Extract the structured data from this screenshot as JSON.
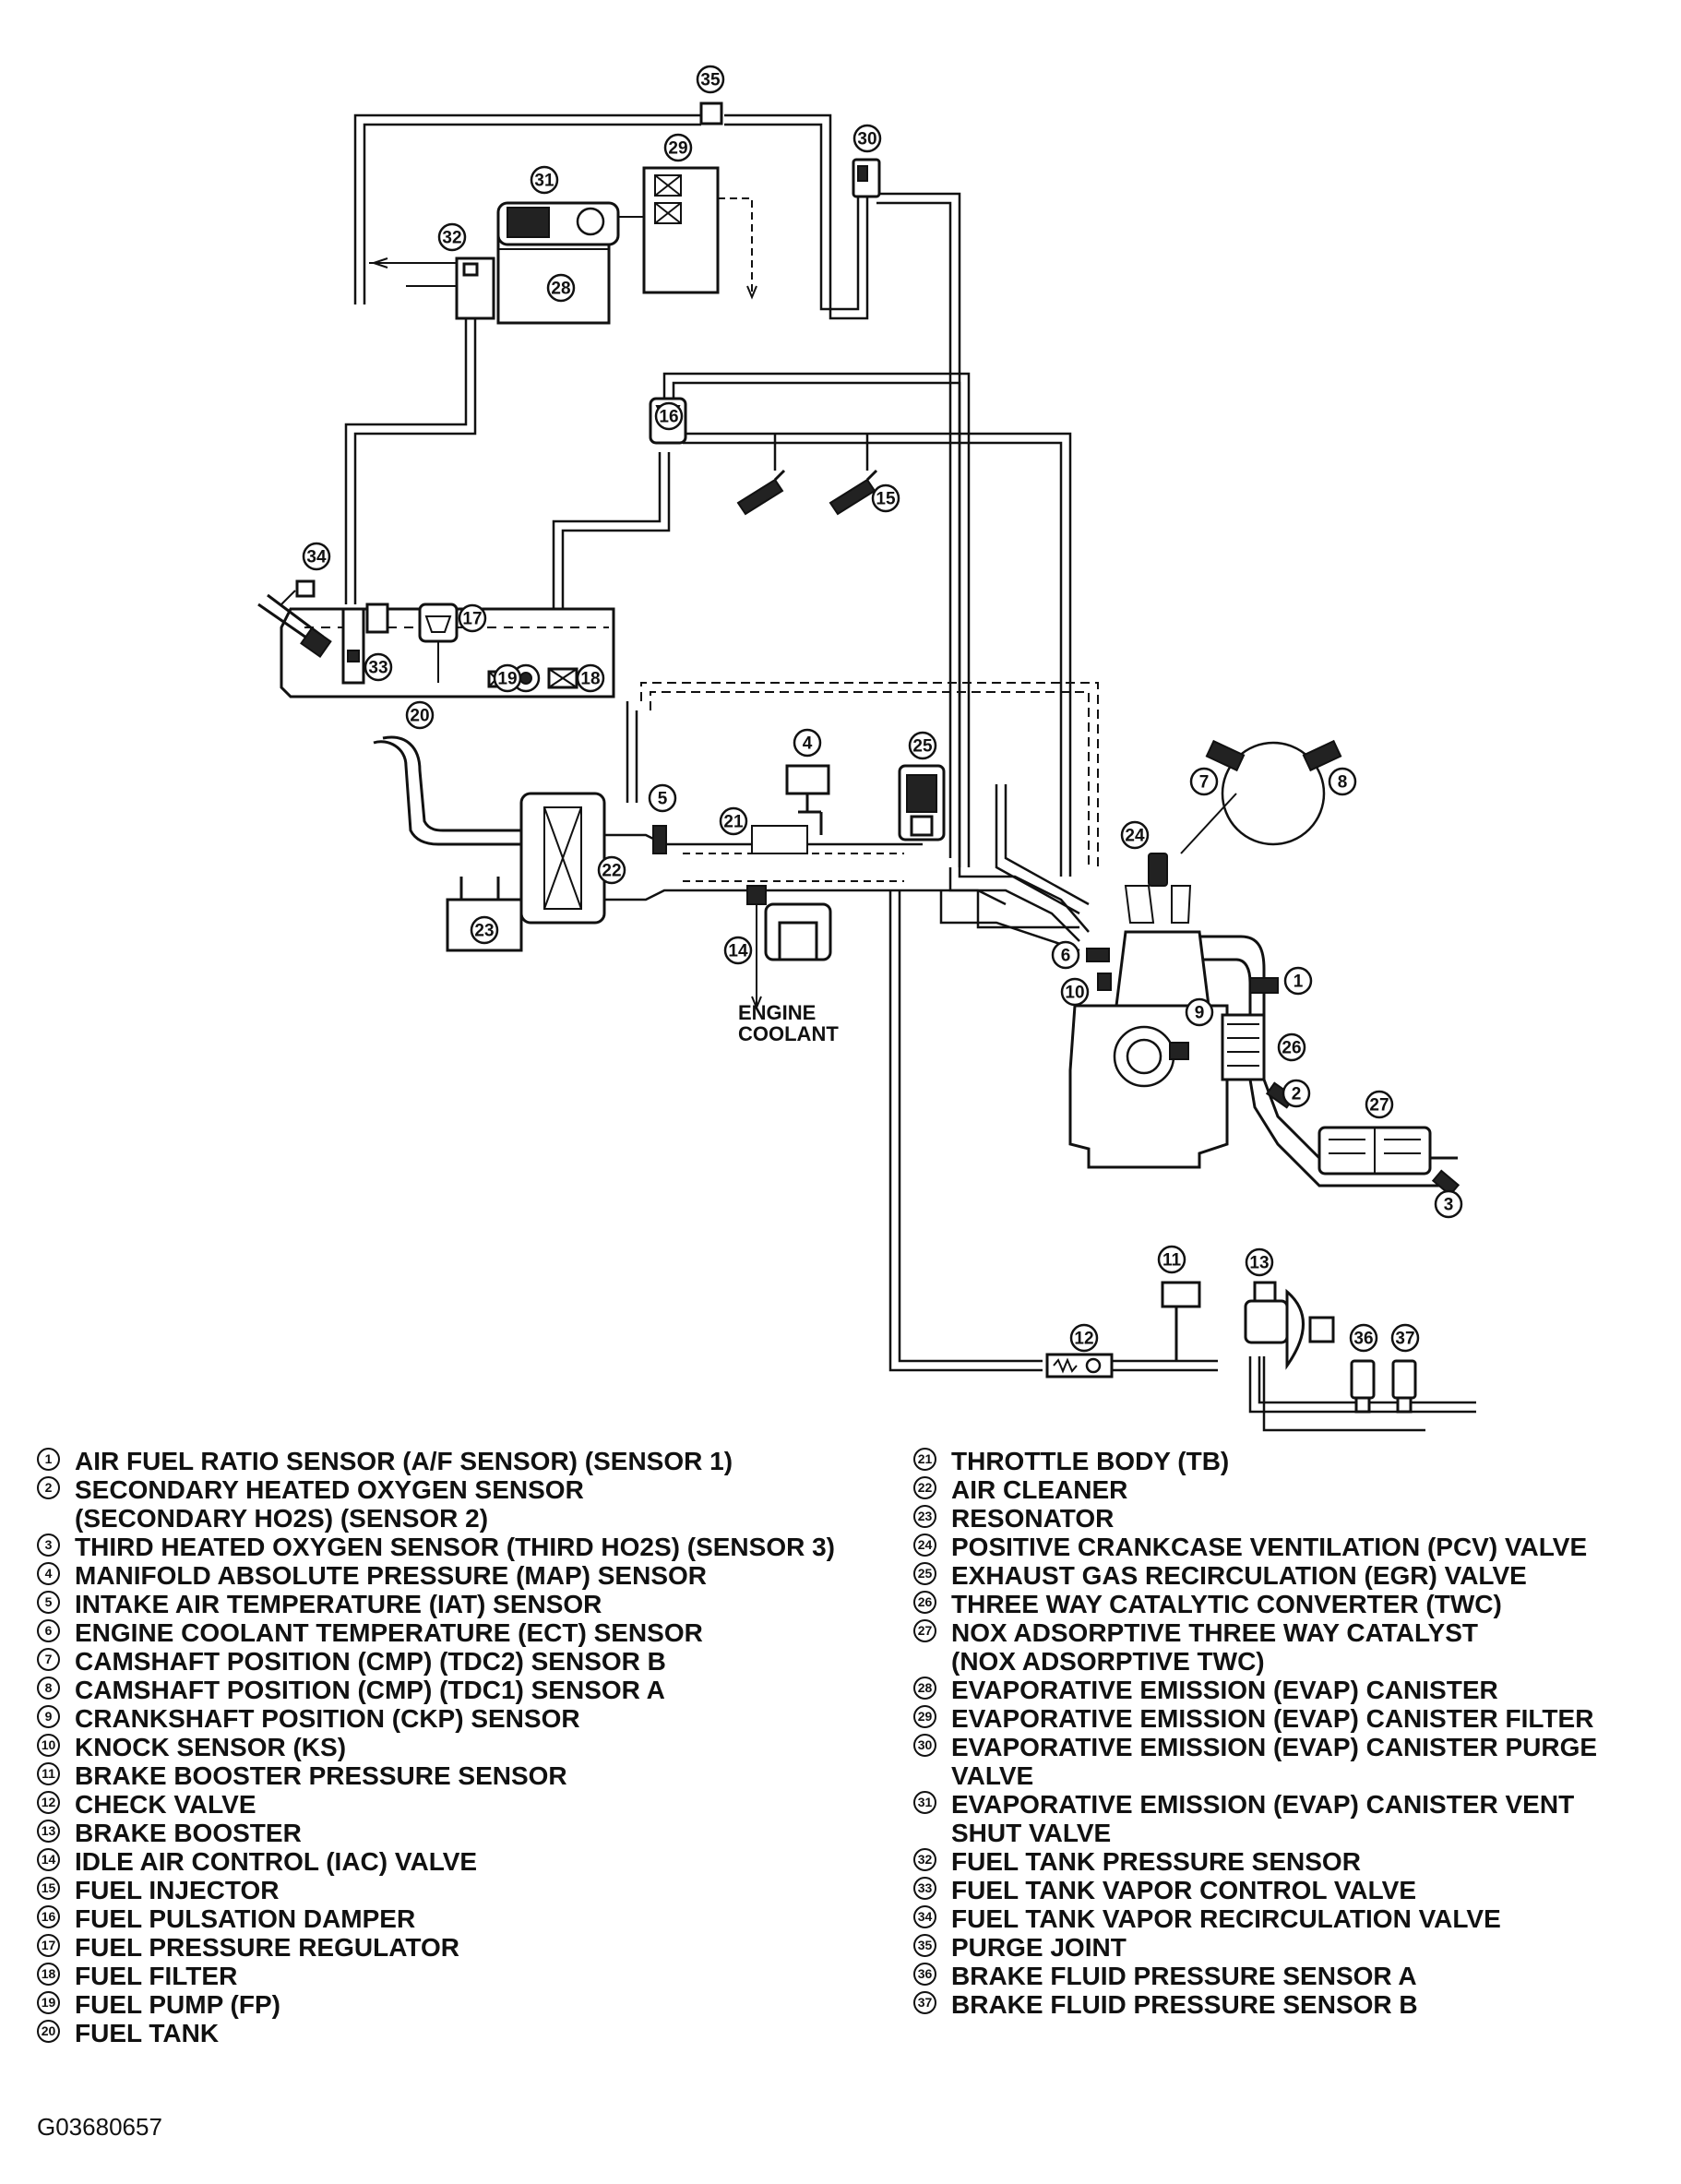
{
  "diagram": {
    "callouts": [
      "1",
      "2",
      "3",
      "4",
      "5",
      "6",
      "7",
      "8",
      "9",
      "10",
      "11",
      "12",
      "13",
      "14",
      "15",
      "16",
      "17",
      "18",
      "19",
      "20",
      "21",
      "22",
      "23",
      "24",
      "25",
      "26",
      "27",
      "28",
      "29",
      "30",
      "31",
      "32",
      "33",
      "34",
      "35",
      "36",
      "37"
    ],
    "engine_coolant_label": [
      "ENGINE",
      "COOLANT"
    ]
  },
  "legend_left": [
    {
      "num": "1",
      "text": "AIR FUEL RATIO SENSOR (A/F SENSOR) (SENSOR 1)"
    },
    {
      "num": "2",
      "text": "SECONDARY HEATED OXYGEN SENSOR\n(SECONDARY HO2S) (SENSOR 2)"
    },
    {
      "num": "3",
      "text": "THIRD HEATED OXYGEN SENSOR (THIRD HO2S) (SENSOR 3)"
    },
    {
      "num": "4",
      "text": "MANIFOLD ABSOLUTE PRESSURE (MAP) SENSOR"
    },
    {
      "num": "5",
      "text": "INTAKE AIR TEMPERATURE (IAT) SENSOR"
    },
    {
      "num": "6",
      "text": "ENGINE COOLANT TEMPERATURE (ECT) SENSOR"
    },
    {
      "num": "7",
      "text": "CAMSHAFT POSITION (CMP) (TDC2) SENSOR B"
    },
    {
      "num": "8",
      "text": "CAMSHAFT POSITION (CMP) (TDC1) SENSOR A"
    },
    {
      "num": "9",
      "text": "CRANKSHAFT POSITION (CKP) SENSOR"
    },
    {
      "num": "10",
      "text": "KNOCK SENSOR (KS)"
    },
    {
      "num": "11",
      "text": "BRAKE BOOSTER PRESSURE SENSOR"
    },
    {
      "num": "12",
      "text": "CHECK VALVE"
    },
    {
      "num": "13",
      "text": "BRAKE BOOSTER"
    },
    {
      "num": "14",
      "text": "IDLE AIR CONTROL (IAC) VALVE"
    },
    {
      "num": "15",
      "text": "FUEL INJECTOR"
    },
    {
      "num": "16",
      "text": "FUEL PULSATION DAMPER"
    },
    {
      "num": "17",
      "text": "FUEL PRESSURE REGULATOR"
    },
    {
      "num": "18",
      "text": "FUEL FILTER"
    },
    {
      "num": "19",
      "text": "FUEL PUMP (FP)"
    },
    {
      "num": "20",
      "text": "FUEL TANK"
    }
  ],
  "legend_right": [
    {
      "num": "21",
      "text": "THROTTLE BODY (TB)"
    },
    {
      "num": "22",
      "text": "AIR CLEANER"
    },
    {
      "num": "23",
      "text": "RESONATOR"
    },
    {
      "num": "24",
      "text": "POSITIVE CRANKCASE VENTILATION (PCV) VALVE"
    },
    {
      "num": "25",
      "text": "EXHAUST GAS RECIRCULATION (EGR) VALVE"
    },
    {
      "num": "26",
      "text": "THREE WAY CATALYTIC CONVERTER (TWC)"
    },
    {
      "num": "27",
      "text": "NOX ADSORPTIVE THREE WAY CATALYST\n(NOX ADSORPTIVE TWC)"
    },
    {
      "num": "28",
      "text": "EVAPORATIVE EMISSION (EVAP) CANISTER"
    },
    {
      "num": "29",
      "text": "EVAPORATIVE EMISSION (EVAP) CANISTER FILTER"
    },
    {
      "num": "30",
      "text": "EVAPORATIVE EMISSION (EVAP) CANISTER PURGE\nVALVE"
    },
    {
      "num": "31",
      "text": "EVAPORATIVE EMISSION (EVAP) CANISTER VENT\nSHUT VALVE"
    },
    {
      "num": "32",
      "text": "FUEL TANK PRESSURE SENSOR"
    },
    {
      "num": "33",
      "text": "FUEL TANK VAPOR CONTROL VALVE"
    },
    {
      "num": "34",
      "text": "FUEL TANK VAPOR RECIRCULATION VALVE"
    },
    {
      "num": "35",
      "text": "PURGE JOINT"
    },
    {
      "num": "36",
      "text": "BRAKE FLUID PRESSURE SENSOR A"
    },
    {
      "num": "37",
      "text": "BRAKE FLUID PRESSURE SENSOR B"
    }
  ],
  "figure_id": "G03680657"
}
